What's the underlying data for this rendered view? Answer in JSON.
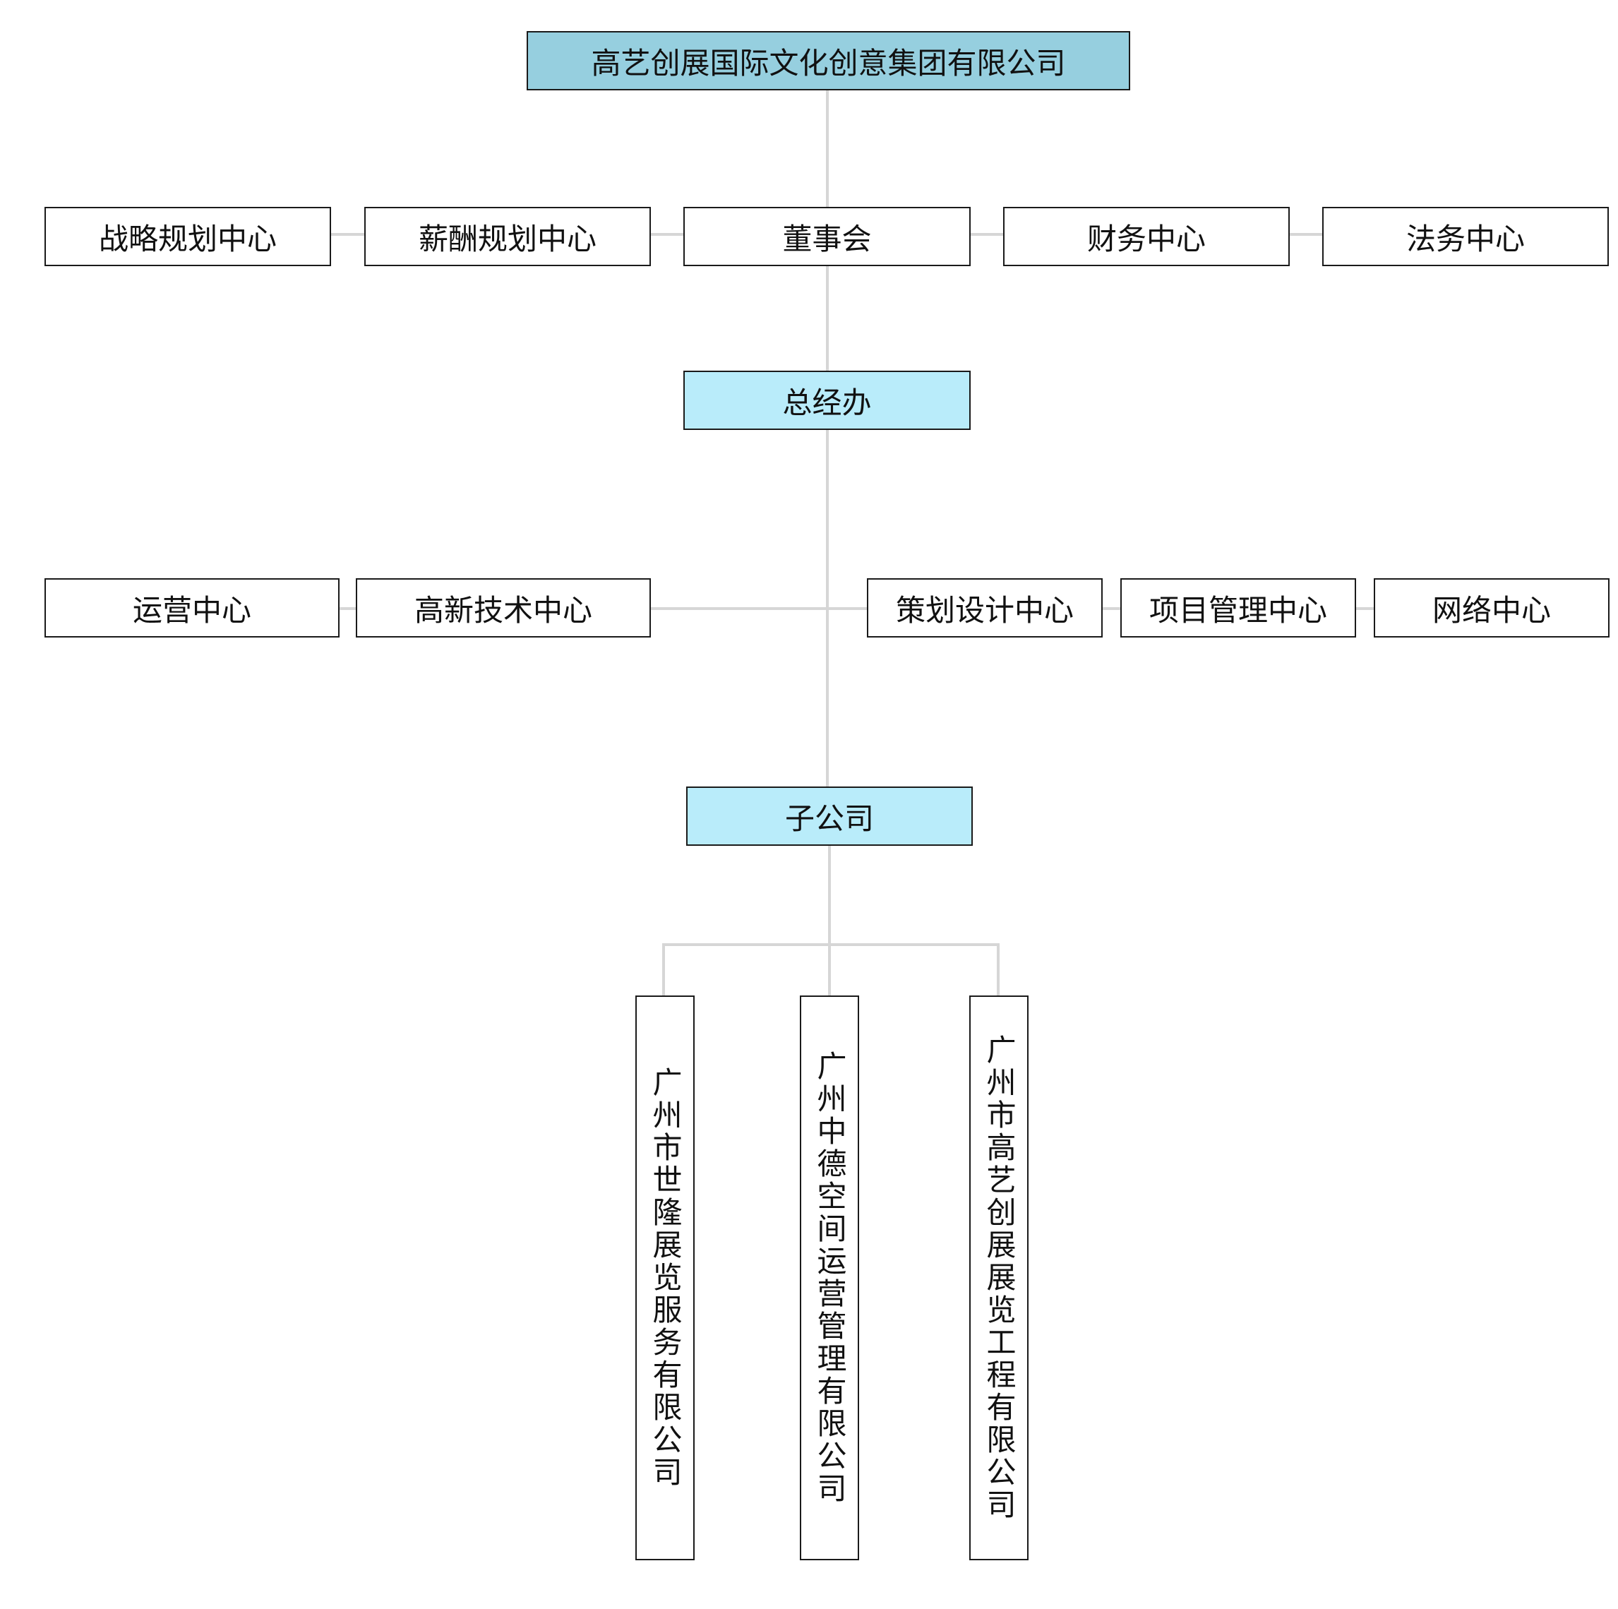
{
  "root": {
    "label": "高艺创展国际文化创意集团有限公司"
  },
  "board_row": [
    {
      "label": "战略规划中心"
    },
    {
      "label": "薪酬规划中心"
    },
    {
      "label": "董事会"
    },
    {
      "label": "财务中心"
    },
    {
      "label": "法务中心"
    }
  ],
  "gm_office": {
    "label": "总经办"
  },
  "center_row_left": [
    {
      "label": "运营中心"
    },
    {
      "label": "高新技术中心"
    }
  ],
  "center_row_right": [
    {
      "label": "策划设计中心"
    },
    {
      "label": "项目管理中心"
    },
    {
      "label": "网络中心"
    }
  ],
  "subsidiaries": {
    "label": "子公司"
  },
  "subsidiary_list": [
    {
      "label": "广州市世隆展览服务有限公司"
    },
    {
      "label": "广州中德空间运营管理有限公司"
    },
    {
      "label": "广州市高艺创展展览工程有限公司"
    }
  ],
  "colors": {
    "root_fill": "#96cfdf",
    "level_fill": "#b9ecfa",
    "connector": "#d6d6d6",
    "border": "#1a1a1a"
  }
}
